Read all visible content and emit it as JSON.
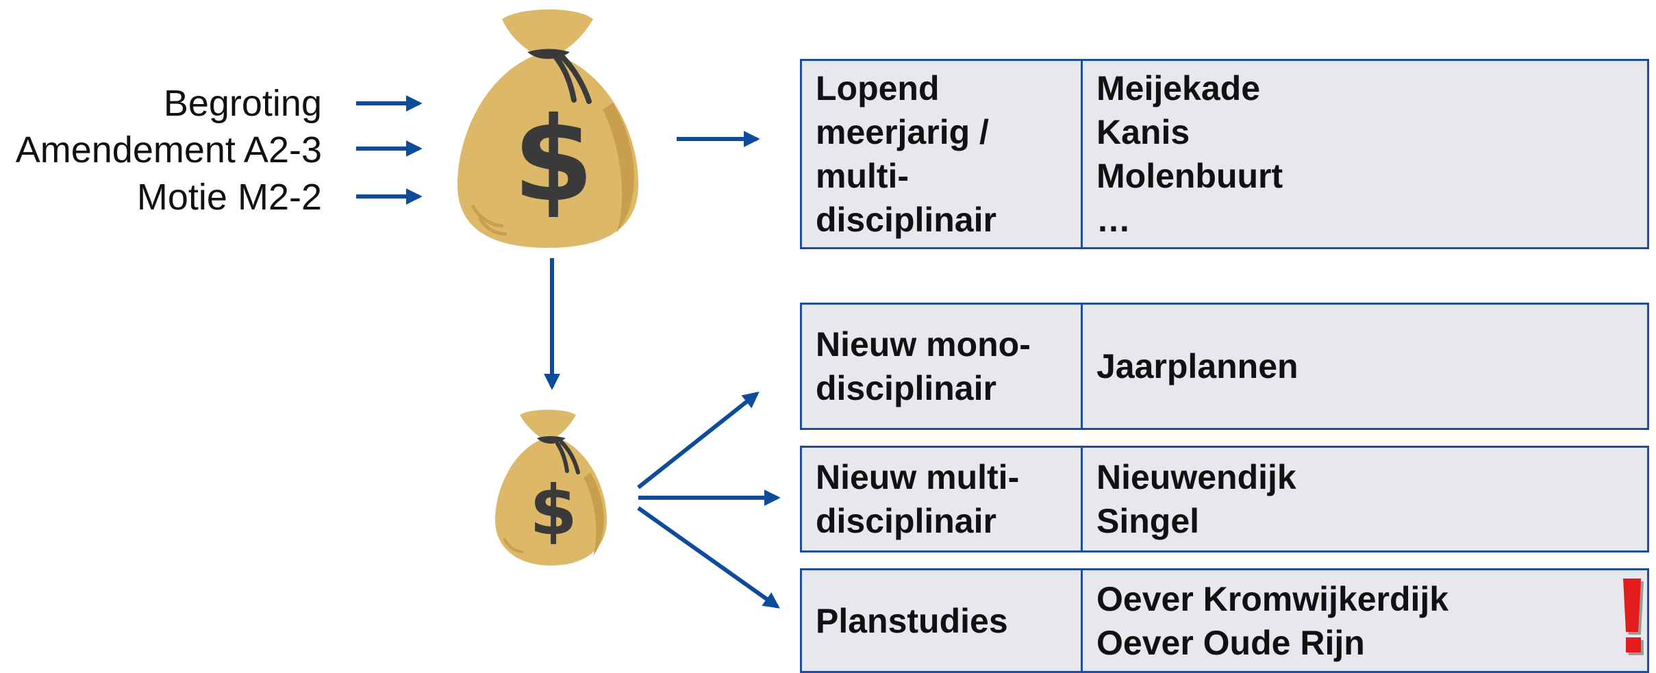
{
  "inputs": [
    "Begroting",
    "Amendement A2-3",
    "Motie M2-2"
  ],
  "categories": [
    {
      "label": "Lopend\nmeerjarig /\nmulti-\ndisciplinair",
      "items": [
        "Meijekade",
        "Kanis",
        "Molenbuurt",
        "…"
      ]
    },
    {
      "label": "Nieuw mono-\ndisciplinair",
      "items": [
        "Jaarplannen"
      ]
    },
    {
      "label": "Nieuw multi-\ndisciplinair",
      "items": [
        "Nieuwendijk",
        "Singel"
      ]
    },
    {
      "label": "Planstudies",
      "items": [
        "Oever Kromwijkerdijk",
        "Oever Oude Rijn"
      ]
    }
  ],
  "icons": {
    "money_bag": "money-bag-icon",
    "warning": "exclamation-icon"
  },
  "colors": {
    "arrow": "#0d4c9c",
    "table_border": "#1f4e9c",
    "table_fill": "#e7e8ee",
    "bag_fill": "#ddb868",
    "dollar": "#3a3a3a",
    "warning": "#e31b1b"
  }
}
